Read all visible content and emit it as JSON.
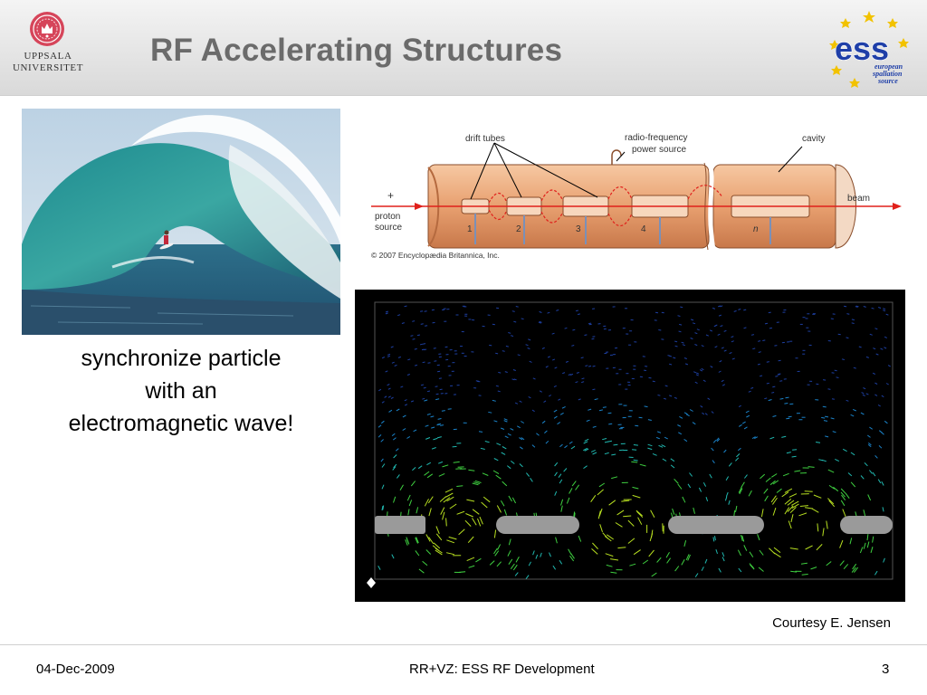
{
  "slide": {
    "title": "RF Accelerating Structures",
    "caption_lines": [
      "synchronize particle",
      "with an",
      "electromagnetic wave!"
    ],
    "courtesy": "Courtesy E. Jensen"
  },
  "logos": {
    "university_lines": [
      "UPPSALA",
      "UNIVERSITET"
    ],
    "ess_mark": "ess",
    "ess_tagline": [
      "european",
      "spallation",
      "source"
    ]
  },
  "diagram": {
    "labels": {
      "drift_tubes": "drift tubes",
      "rf_source_line1": "radio-frequency",
      "rf_source_line2": "power source",
      "cavity": "cavity",
      "beam": "beam",
      "plus": "+",
      "proton": "proton",
      "source": "source",
      "copyright": "© 2007 Encyclopædia Britannica, Inc."
    },
    "tube_numbers": [
      "1",
      "2",
      "3",
      "4",
      "n"
    ]
  },
  "footer": {
    "date": "04-Dec-2009",
    "center": "RR+VZ: ESS RF Development",
    "page": "3"
  },
  "colors": {
    "title": "#6b6b6b",
    "copper": "#e8a070",
    "beam_red": "#e0201b",
    "ess_blue": "#1f3fa8",
    "ess_yellow": "#f2c200",
    "sim_background": "#000000"
  }
}
